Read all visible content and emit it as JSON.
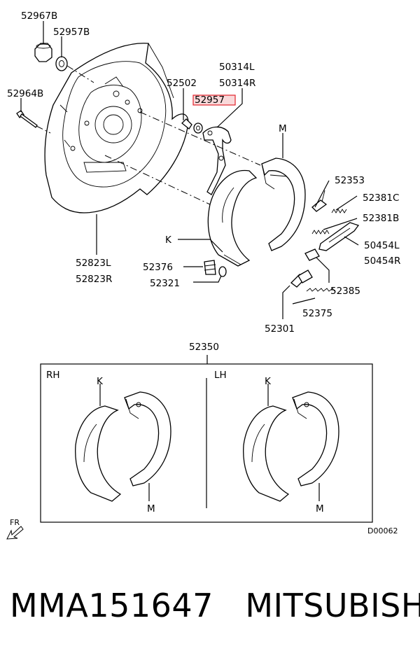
{
  "labels": {
    "p52967B": "52967B",
    "p52957B": "52957B",
    "p52964B": "52964B",
    "p52502": "52502",
    "p52957": "52957",
    "p50314L": "50314L",
    "p50314R": "50314R",
    "pM_top": "M",
    "p52353": "52353",
    "p52381C": "52381C",
    "p52381B": "52381B",
    "p50454L": "50454L",
    "p50454R": "50454R",
    "pK_top": "K",
    "p52376": "52376",
    "p52321": "52321",
    "p52823L": "52823L",
    "p52823R": "52823R",
    "p52385": "52385",
    "p52375": "52375",
    "p52301": "52301",
    "p52350": "52350"
  },
  "kit_box": {
    "rh": "RH",
    "lh": "LH",
    "k_rh": "K",
    "m_rh": "M",
    "k_lh": "K",
    "m_lh": "M"
  },
  "direction_label": "FR",
  "diagram_code": "D00062",
  "footer": {
    "part_number": "MMA151647",
    "brand": "MITSUBISHI"
  },
  "colors": {
    "highlight": "#e3232c",
    "highlight_fill": "#f9d9da"
  }
}
